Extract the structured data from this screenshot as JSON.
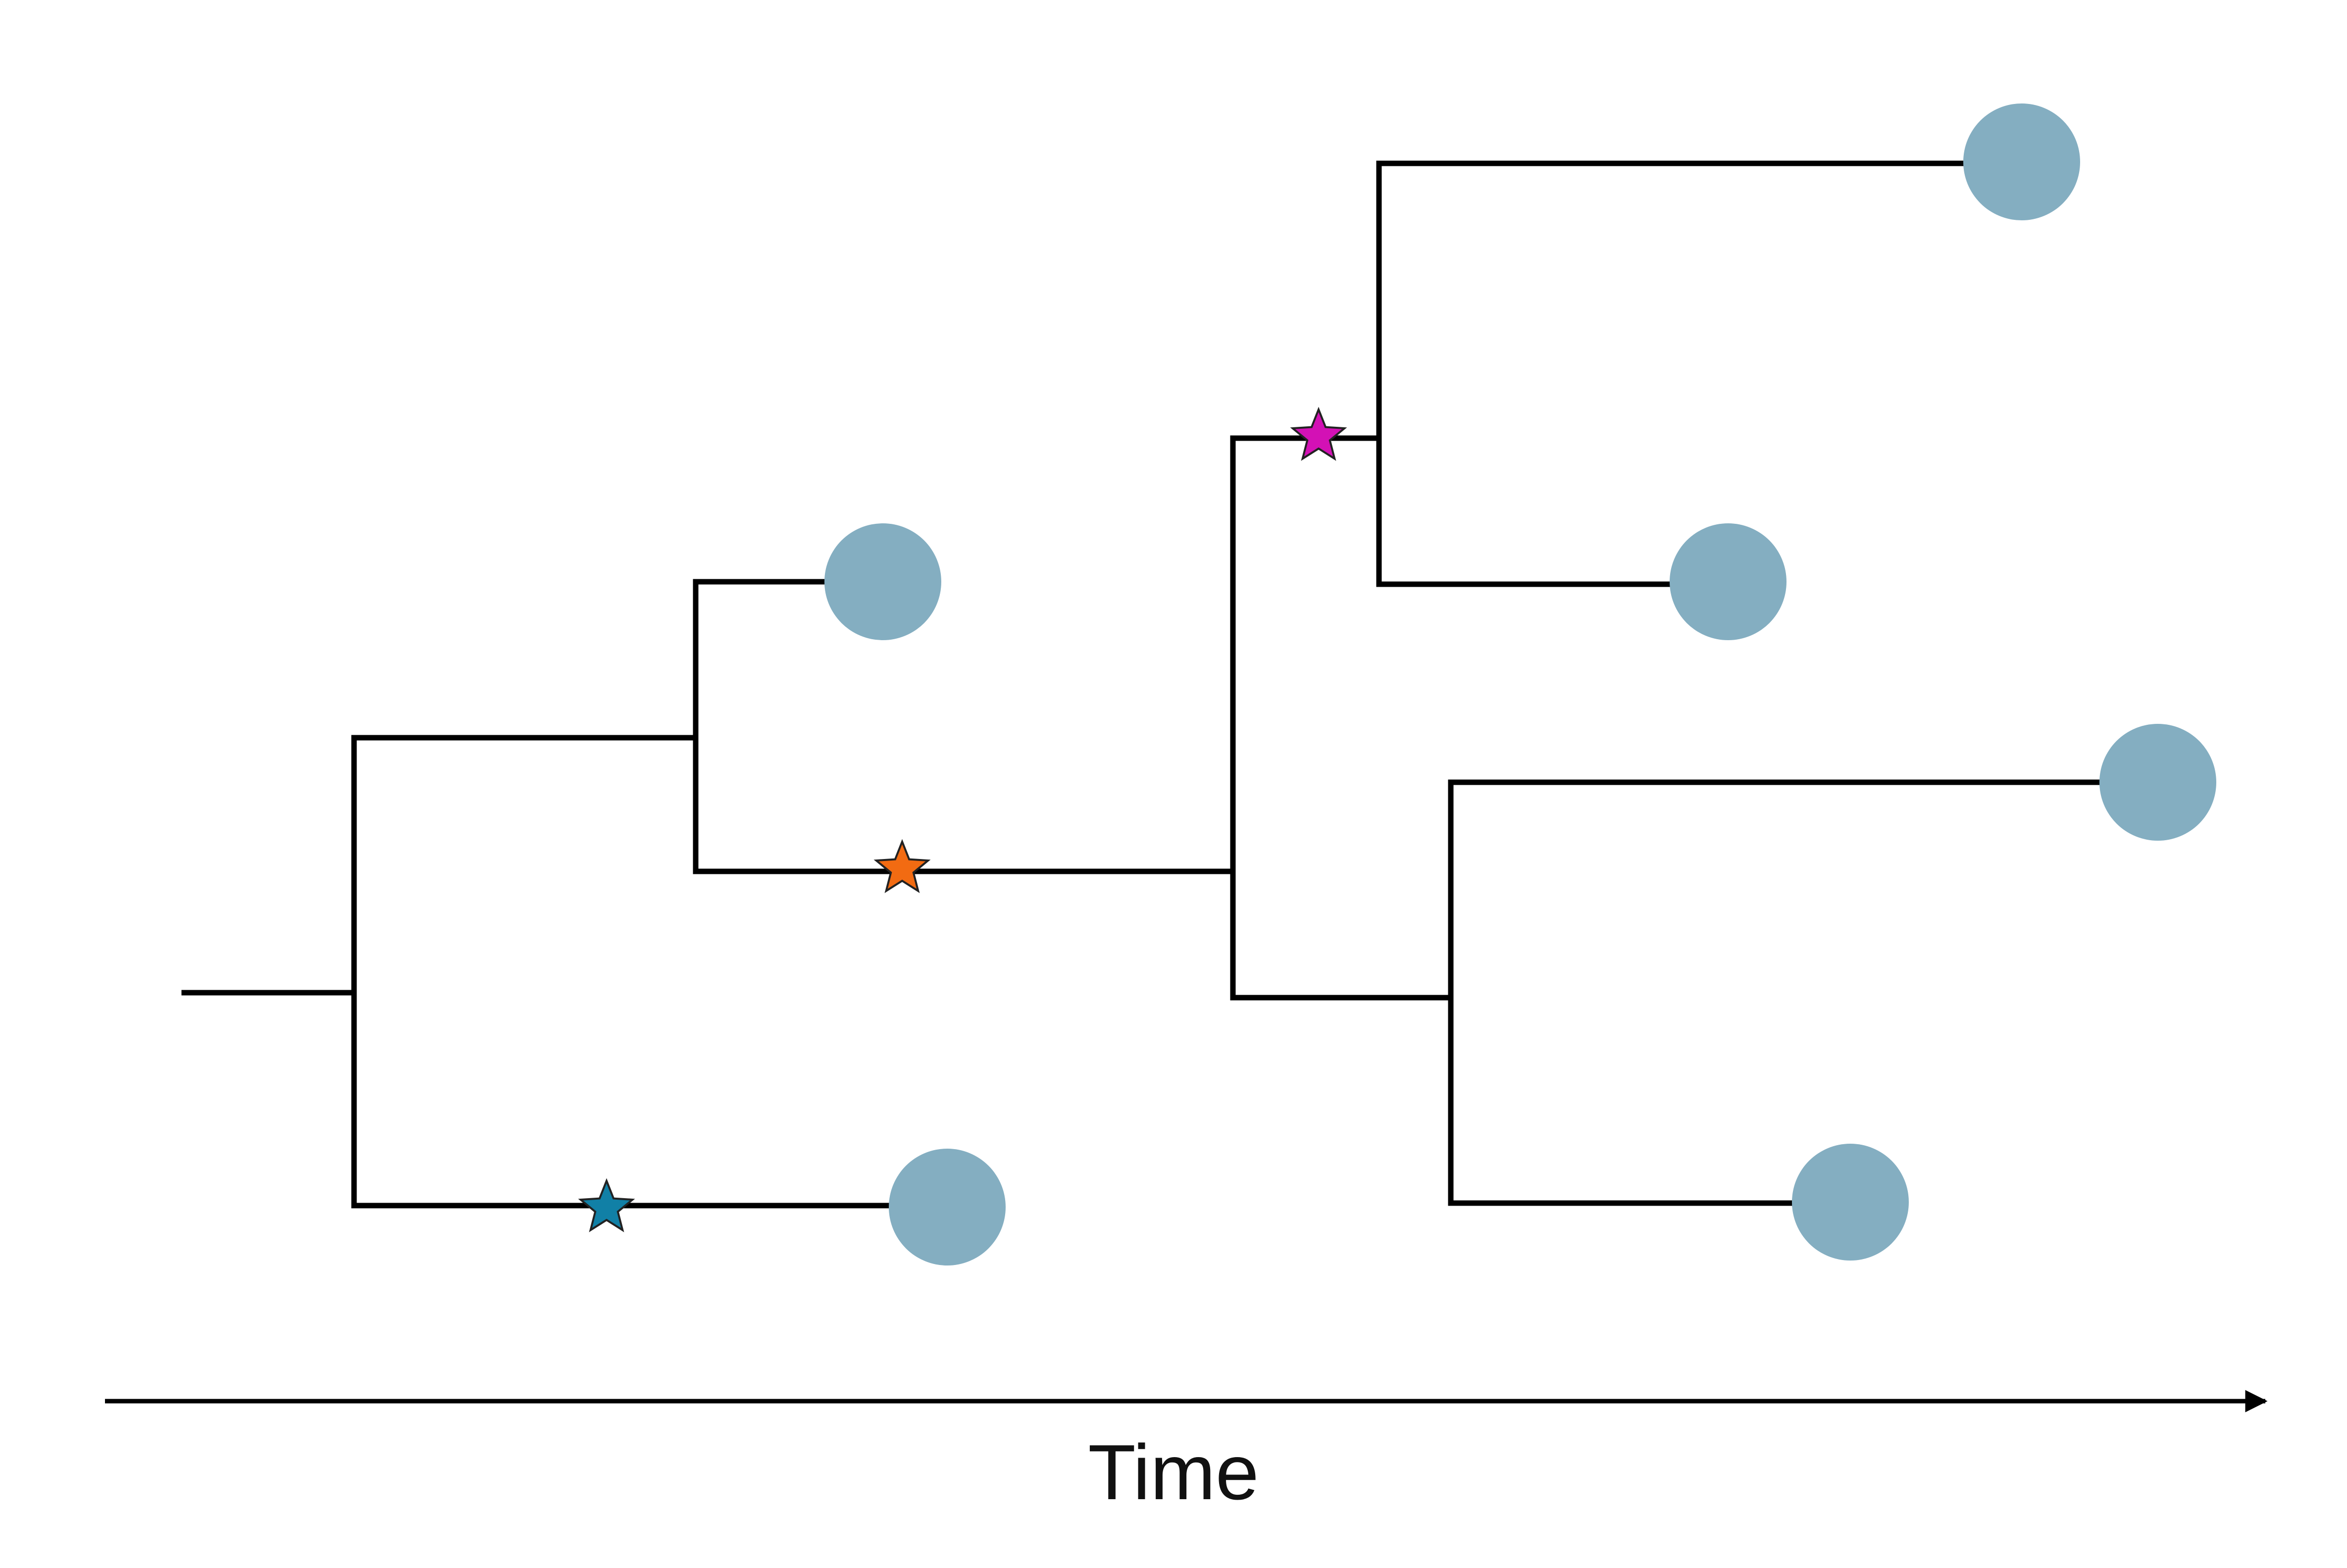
{
  "axis": {
    "label": "Time",
    "direction": "left-to-right",
    "color": "#000000"
  },
  "colors": {
    "branch": "#000000",
    "tip_node": "#84AEC1",
    "mutation_markers": [
      "#1180A6",
      "#F26B12",
      "#D311B5"
    ]
  },
  "tree": {
    "description_type": "phylogenetic-tree",
    "tip_count": 6,
    "tip_shape": "circle",
    "mutation_marker_shape": "star-icon",
    "mutations": [
      {
        "name": "blue-star",
        "color": "#1180A6"
      },
      {
        "name": "orange-star",
        "color": "#F26B12"
      },
      {
        "name": "magenta-star",
        "color": "#D311B5"
      }
    ]
  }
}
